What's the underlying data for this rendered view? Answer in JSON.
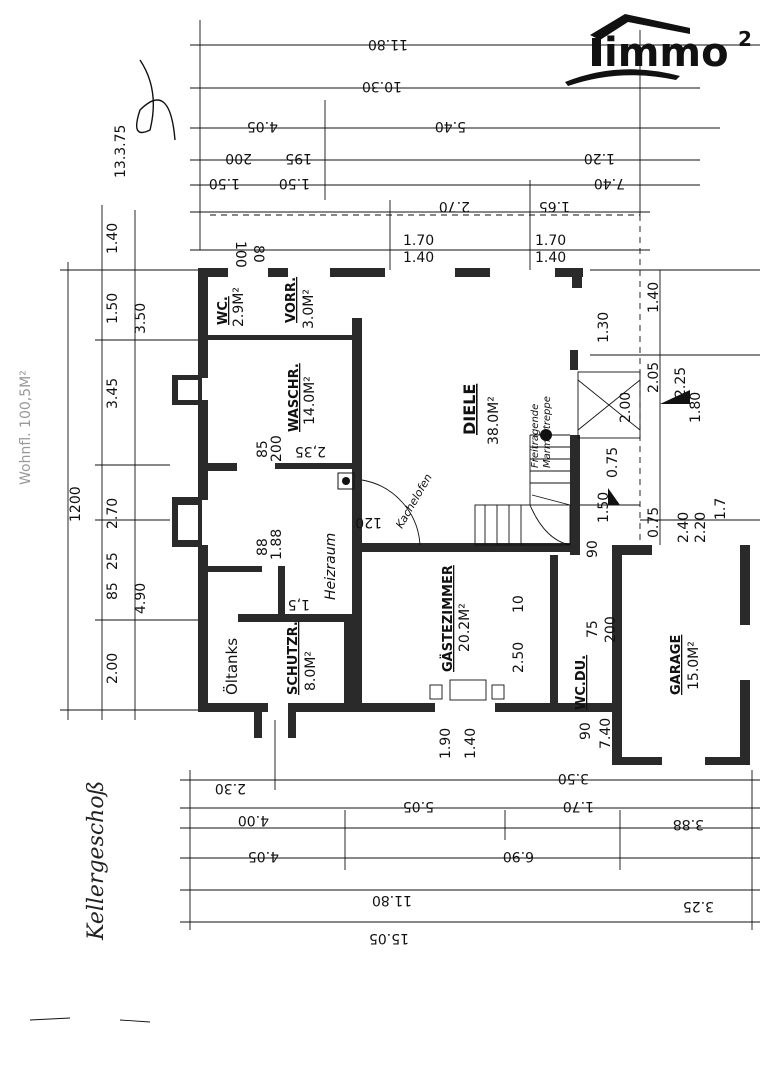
{
  "logo": {
    "text": "immo",
    "sup": "2"
  },
  "title": "Kellergeschoß",
  "date": "13.3.75",
  "header_note": "Wohnfl. 100,5M²",
  "rooms": {
    "wc": "WC.",
    "wc_area": "2.9M²",
    "vorr": "VORR.",
    "vorr_area": "3.0M²",
    "wasch": "WASCHR.",
    "wasch_area": "14.0M²",
    "diele": "DIELE",
    "diele_area": "38.0M²",
    "heiz": "Heizraum",
    "oel": "Öltanks",
    "schutz": "SCHUTZR.",
    "schutz_area": "8.0M²",
    "gast": "GÄSTEZIMMER",
    "gast_area": "20.2M²",
    "wcdu": "WC.DU.",
    "garage": "GARAGE",
    "garage_area": "15.0M²",
    "stair": "Freitragende",
    "stair2": "Marmortreppe",
    "ofen": "Kachelofen"
  },
  "dims_top": [
    "11.80",
    "10.30",
    "4.05",
    "5.40",
    "200",
    "195",
    "1.50",
    "2.70",
    "1.65",
    "7.40",
    "1.20",
    "1.50",
    "1.70",
    "1.40",
    "1.70",
    "1.40",
    "100",
    "80"
  ],
  "dims_left": [
    "1.40",
    "3.50",
    "1.50",
    "3.45",
    "1200",
    "2.70",
    "85",
    "25",
    "4.90",
    "2.00"
  ],
  "dims_right": [
    "1.40",
    "1.30",
    "2.05",
    "2.00",
    "2.25",
    "1.80",
    "0.75",
    "1.50",
    "0.75",
    "2.40",
    "2.20",
    "1.7"
  ],
  "dims_bottom": [
    "2.30",
    "5.05",
    "1.70",
    "4.00",
    "3.88",
    "4.05",
    "6.90",
    "11.80",
    "3.25",
    "15.05",
    "3.50",
    "1.90",
    "1.40",
    "90",
    "7.40"
  ],
  "dims_inner": [
    "2,35",
    "85",
    "200",
    "120",
    "88",
    "1.88",
    "1,5",
    "2.50",
    "10",
    "75",
    "200",
    "90"
  ]
}
